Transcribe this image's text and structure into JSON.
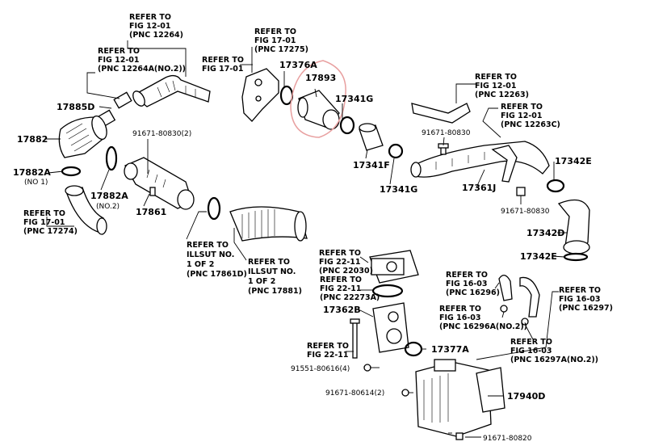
{
  "diagram": {
    "callouts": {
      "r1": [
        "REFER TO",
        "FIG 12-01",
        "(PNC 12264)"
      ],
      "r2": [
        "REFER TO",
        "FIG 12-01",
        "(PNC 12264A(NO.2))"
      ],
      "r3": [
        "REFER TO",
        "FIG 17-01"
      ],
      "r4": [
        "REFER TO",
        "FIG 17-01",
        "(PNC 17275)"
      ],
      "r5": [
        "REFER TO",
        "FIG 12-01",
        "(PNC 12263)"
      ],
      "r6": [
        "REFER TO",
        "FIG 12-01",
        "(PNC 12263C)"
      ],
      "r7": [
        "REFER TO",
        "FIG 17-01",
        "(PNC 17274)"
      ],
      "r8": [
        "REFER TO",
        "ILLSUT NO.",
        "1 OF 2",
        "(PNC 17861D)"
      ],
      "r9": [
        "REFER TO",
        "ILLSUT NO.",
        "1 OF 2",
        "(PNC 17881)"
      ],
      "r10": [
        "REFER TO",
        "FIG 22-11",
        "(PNC 22030)"
      ],
      "r11": [
        "REFER TO",
        "FIG 22-11",
        "(PNC 22273A)"
      ],
      "r12": [
        "REFER TO",
        "FIG 16-03",
        "(PNC 16296)"
      ],
      "r13": [
        "REFER TO",
        "FIG 16-03",
        "(PNC 16297)"
      ],
      "r14": [
        "REFER TO",
        "FIG 16-03",
        "(PNC 16296A(NO.2))"
      ],
      "r15": [
        "REFER TO",
        "FIG 22-11"
      ],
      "r16": [
        "REFER TO",
        "FIG 16-03",
        "(PNC 16297A(NO.2))"
      ]
    },
    "parts": {
      "p17885D": "17885D",
      "p17882": "17882",
      "p17882A_a": "17882A",
      "p17882A_a_note": "(NO 1)",
      "p17882A_b": "17882A",
      "p17882A_b_note": "(NO.2)",
      "p17861": "17861",
      "p91671_2": "91671-80830(2)",
      "p17376A": "17376A",
      "p17893": "17893",
      "p17341G_a": "17341G",
      "p17341F": "17341F",
      "p17341G_b": "17341G",
      "p91671_a": "91671-80830",
      "p17361J": "17361J",
      "p17342E_a": "17342E",
      "p91671_b": "91671-80830",
      "p17342D": "17342D",
      "p17342E_b": "17342E",
      "p17362B": "17362B",
      "p17377A": "17377A",
      "p91551": "91551-80616(4)",
      "p91671_c": "91671-80614(2)",
      "p17940D": "17940D",
      "p91671_d": "91671-80820"
    }
  }
}
